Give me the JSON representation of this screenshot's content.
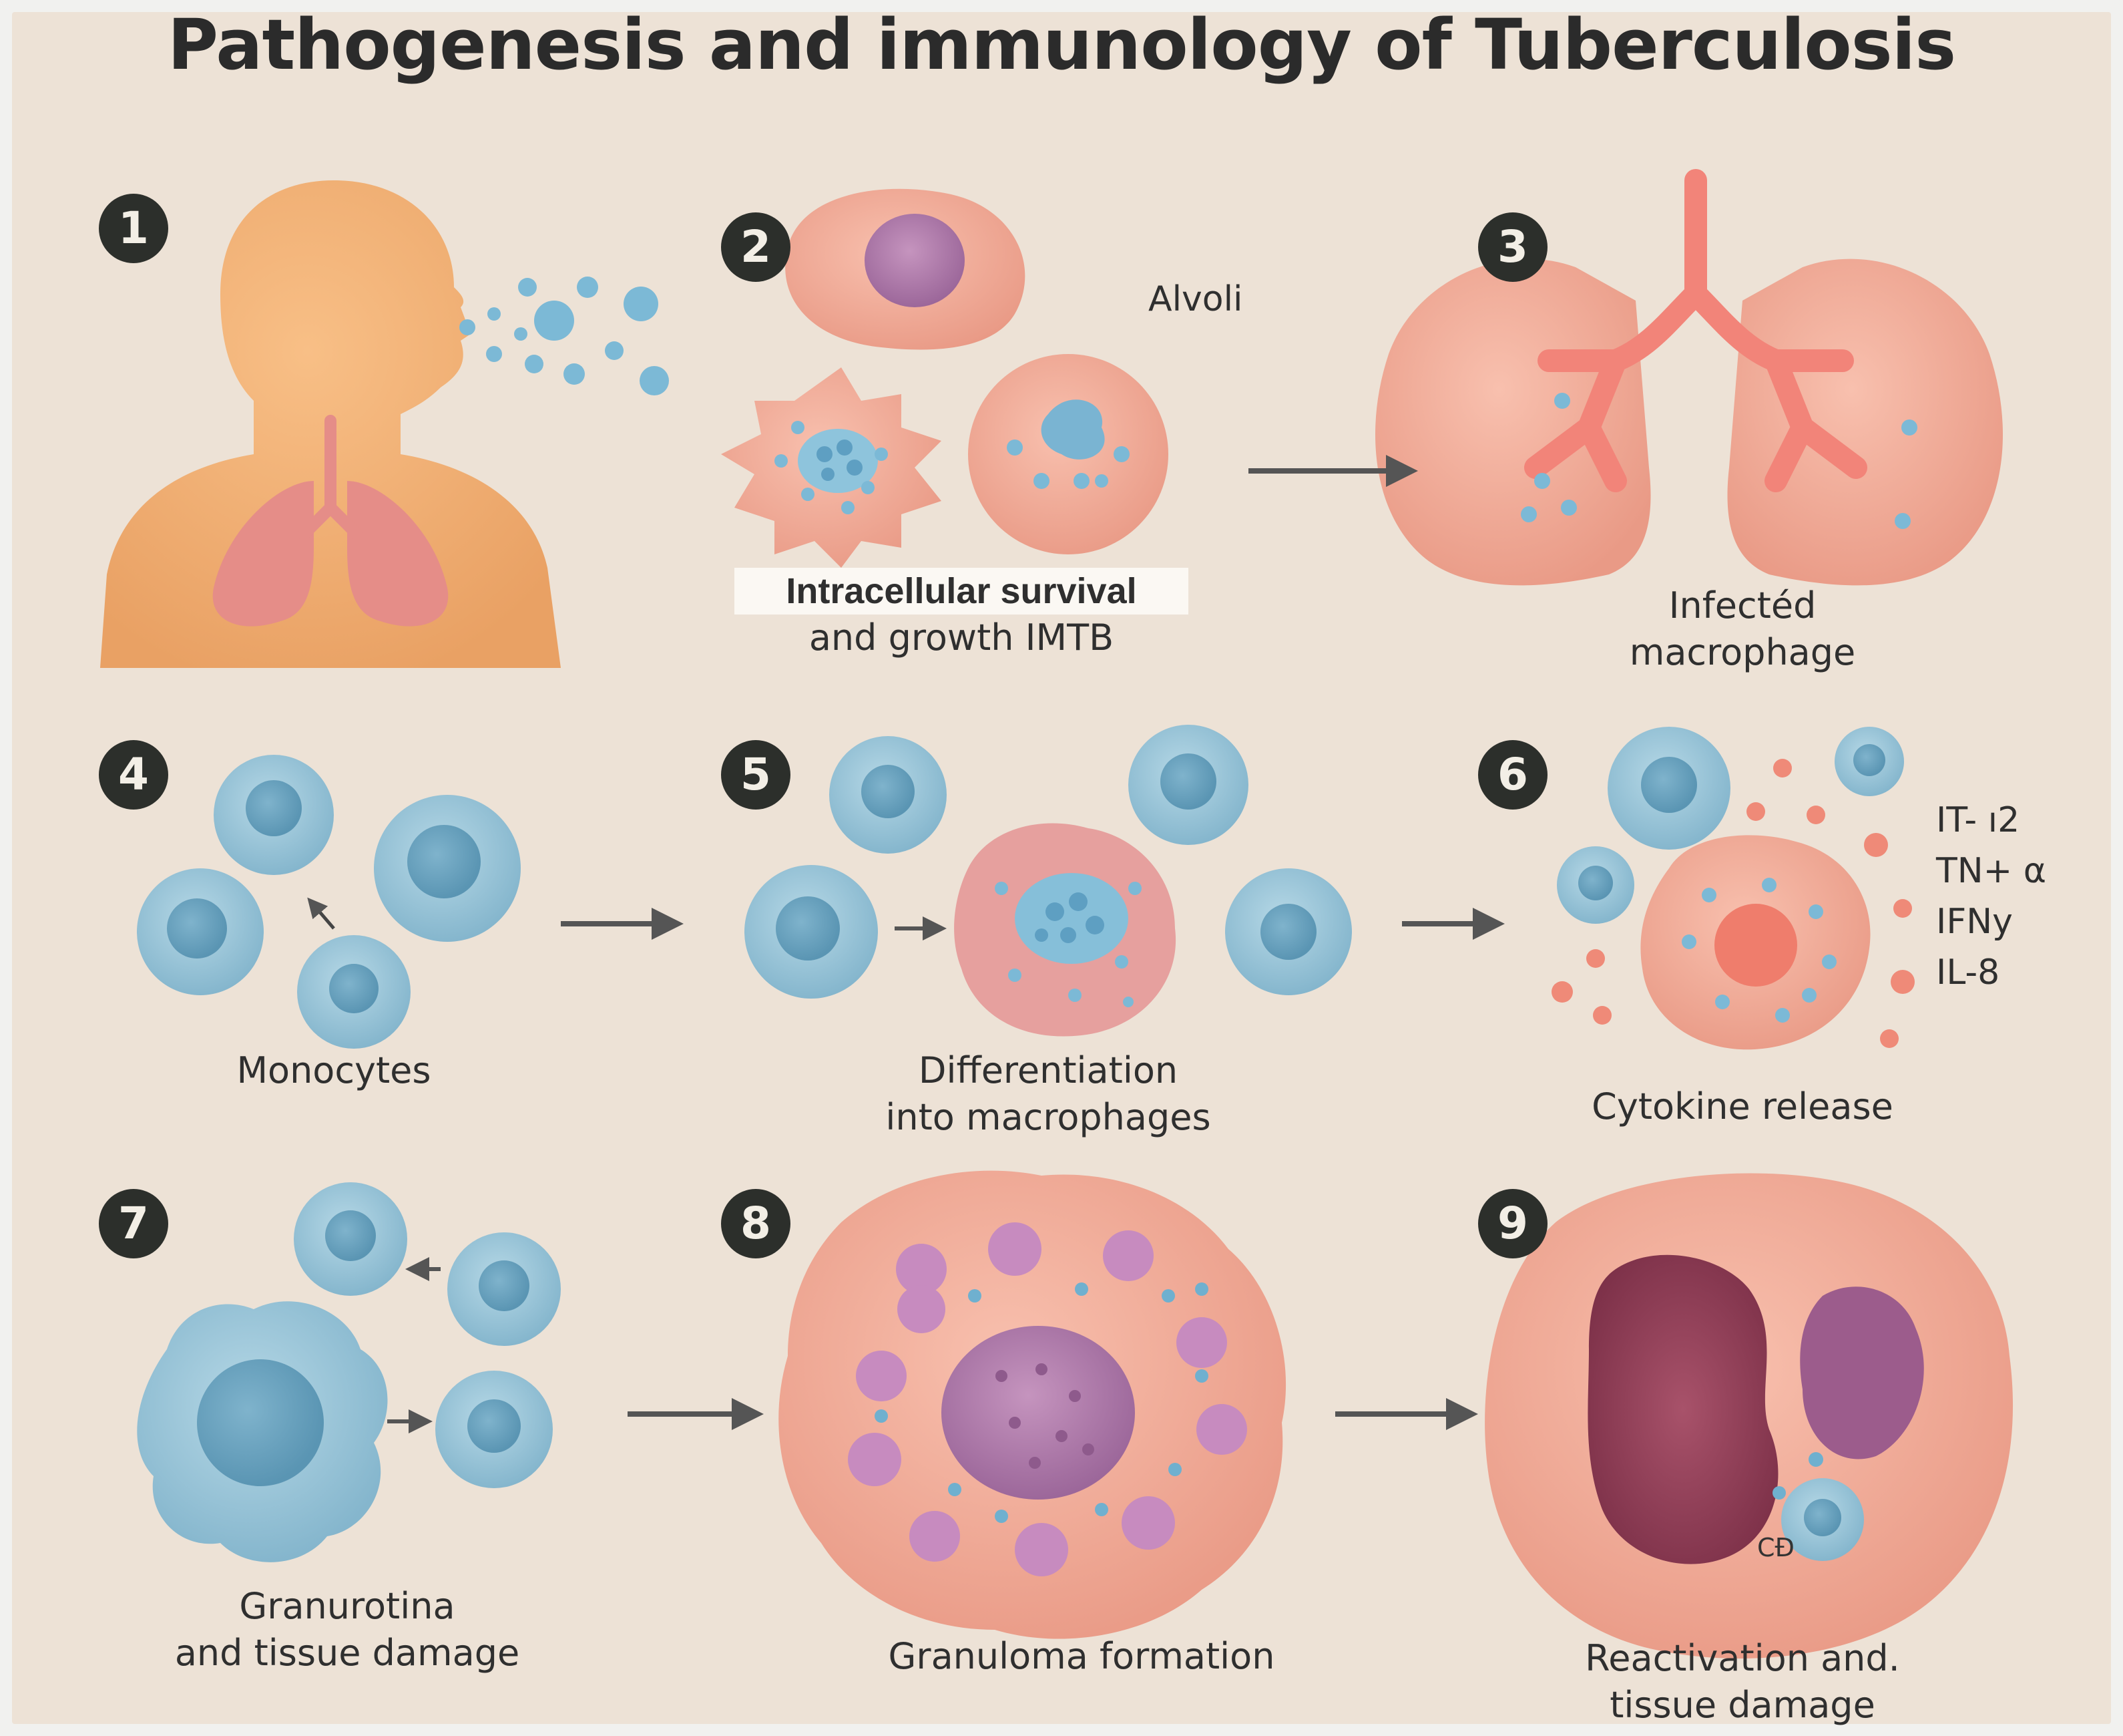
{
  "title": "Pathogenesis and immunology of Tuberculosis",
  "steps": [
    {
      "number": "1"
    },
    {
      "number": "2",
      "label_line1": "Intracellular survival",
      "label_line2": "and growth IMTB",
      "annotation": "Alvoli"
    },
    {
      "number": "3",
      "label_line1": "Infectéd",
      "label_line2": "macrophage"
    },
    {
      "number": "4",
      "label_line1": "Monocytes"
    },
    {
      "number": "5",
      "label_line1": "Differentiation",
      "label_line2": "into macrophages"
    },
    {
      "number": "6",
      "label_line1": "Cytokine release",
      "cytokines": [
        "IT- ı2",
        "TN+ α",
        "IFNy",
        "IL-8"
      ]
    },
    {
      "number": "7",
      "label_line1": "Granurotina",
      "label_line2": "and tissue damage"
    },
    {
      "number": "8",
      "label_line1": "Granuloma formation"
    },
    {
      "number": "9",
      "label_line1": "Reactivation and.",
      "label_line2": "tissue damage",
      "annotation": "CÐ"
    }
  ],
  "colors": {
    "background": "#ede2d6",
    "body": "#f2ae72",
    "tissue": "#f0a694",
    "monocyte": "#9cc6d8",
    "bacteria": "#6fb0cf",
    "nucleus_purple": "#b27aa9",
    "badge": "#2c2f2b",
    "arrow": "#555555"
  }
}
